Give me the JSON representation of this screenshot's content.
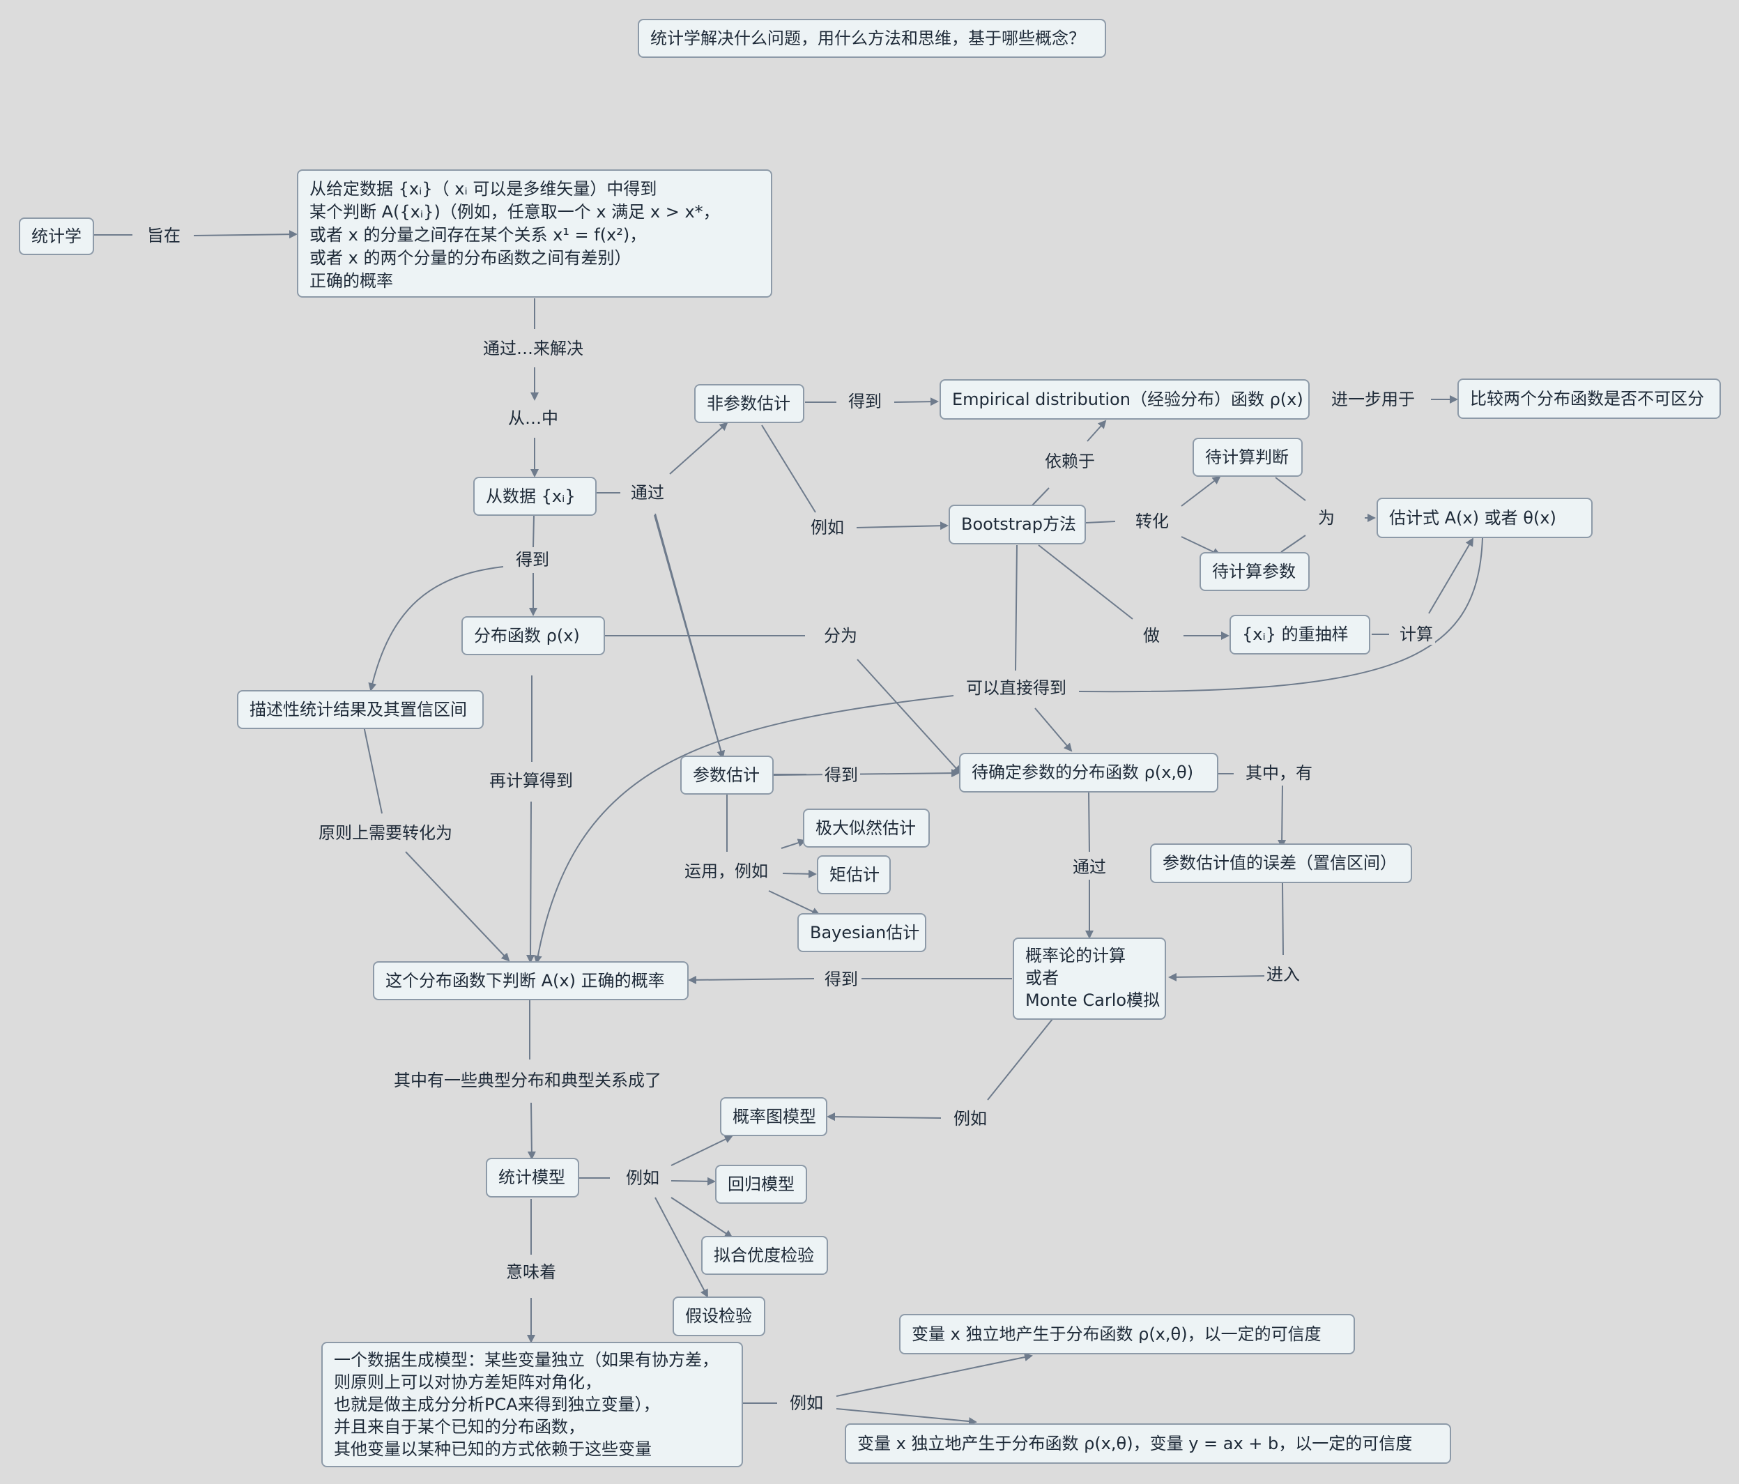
{
  "title": "统计学解决什么问题，用什么方法和思维，基于哪些概念？",
  "nodes": {
    "statistics": "统计学",
    "goal": [
      "从给定数据 {xᵢ}（ xᵢ 可以是多维矢量）中得到",
      "某个判断 A({xᵢ})（例如，任意取一个 x 满足 x > x*，",
      "或者 x 的分量之间存在某个关系 x¹ = f(x²)，",
      "或者 x 的两个分量的分布函数之间有差别）",
      "正确的概率"
    ],
    "from_data": "从数据 {xᵢ}",
    "distribution": "分布函数 ρ(x)",
    "descriptive": "描述性统计结果及其置信区间",
    "nonparametric": "非参数估计",
    "empirical": "Empirical distribution（经验分布）函数 ρ(x)",
    "compare": "比较两个分布函数是否不可区分",
    "bootstrap": "Bootstrap方法",
    "pending_judgment": "待计算判断",
    "pending_param": "待计算参数",
    "estimator": "估计式 A(x) 或者 θ(x)",
    "resample": "{xᵢ} 的重抽样",
    "parametric": "参数估计",
    "param_dist": "待确定参数的分布函数 ρ(x,θ)",
    "mle": "极大似然估计",
    "moment": "矩估计",
    "bayesian": "Bayesian估计",
    "param_error": "参数估计值的误差（置信区间）",
    "probability_calc": [
      "概率论的计算",
      "或者",
      "Monte Carlo模拟"
    ],
    "judgment_prob": "这个分布函数下判断 A(x) 正确的概率",
    "graphical": "概率图模型",
    "stat_model": "统计模型",
    "regression": "回归模型",
    "goodness": "拟合优度检验",
    "hypothesis": "假设检验",
    "generative": [
      "一个数据生成模型：某些变量独立（如果有协方差，",
      "则原则上可以对协方差矩阵对角化，",
      "也就是做主成分分析PCA来得到独立变量），",
      "并且来自于某个已知的分布函数，",
      "其他变量以某种已知的方式依赖于这些变量"
    ],
    "example1": "变量 x 独立地产生于分布函数 ρ(x,θ)，以一定的可信度",
    "example2": "变量 x 独立地产生于分布函数 ρ(x,θ)，变量 y = ax + b，以一定的可信度"
  },
  "labels": {
    "aim": "旨在",
    "solve_by": "通过…来解决",
    "from_in": "从…中",
    "get1": "得到",
    "via1": "通过",
    "get_empirical": "得到",
    "further": "进一步用于",
    "eg1": "例如",
    "depends": "依赖于",
    "convert": "转化",
    "as": "为",
    "do": "做",
    "compute": "计算",
    "divide": "分为",
    "direct": "可以直接得到",
    "get_param": "得到",
    "among": "其中，有",
    "recompute": "再计算得到",
    "in_principle": "原则上需要转化为",
    "apply": "运用，例如",
    "via2": "通过",
    "enter": "进入",
    "get_prob": "得到",
    "eg2": "例如",
    "typical": "其中有一些典型分布和典型关系成了",
    "eg3": "例如",
    "means": "意味着",
    "eg4": "例如"
  },
  "colors": {
    "background": "#dcdcdc",
    "node_fill": "#edf3f5",
    "node_border": "#8d9aa8",
    "edge": "#6e7b8c",
    "text": "#1e2a38"
  }
}
